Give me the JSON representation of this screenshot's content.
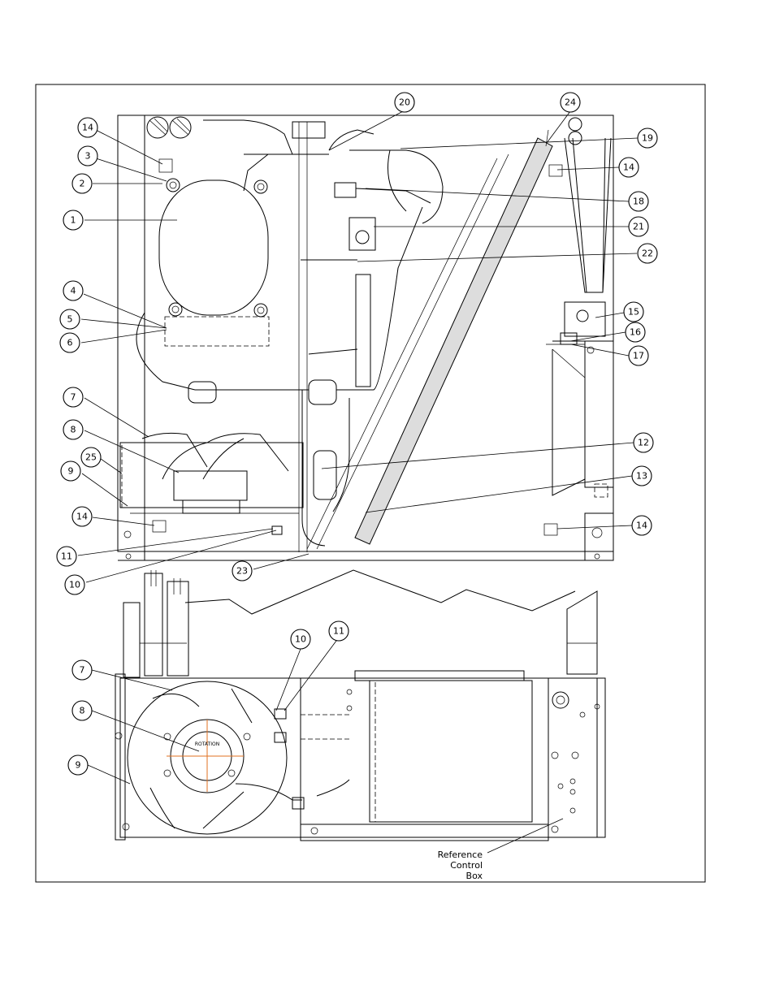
{
  "callouts": {
    "c1": "1",
    "c2": "2",
    "c3": "3",
    "c4": "4",
    "c5": "5",
    "c6": "6",
    "c7": "7",
    "c8": "8",
    "c9": "9",
    "c10": "10",
    "c11": "11",
    "c12": "12",
    "c13": "13",
    "c14": "14",
    "c15": "15",
    "c16": "16",
    "c17": "17",
    "c18": "18",
    "c19": "19",
    "c20": "20",
    "c21": "21",
    "c22": "22",
    "c23": "23",
    "c24": "24",
    "c25": "25"
  },
  "reference_note": [
    "Reference",
    "Control",
    "Box"
  ],
  "fan_label": "ROTATION"
}
